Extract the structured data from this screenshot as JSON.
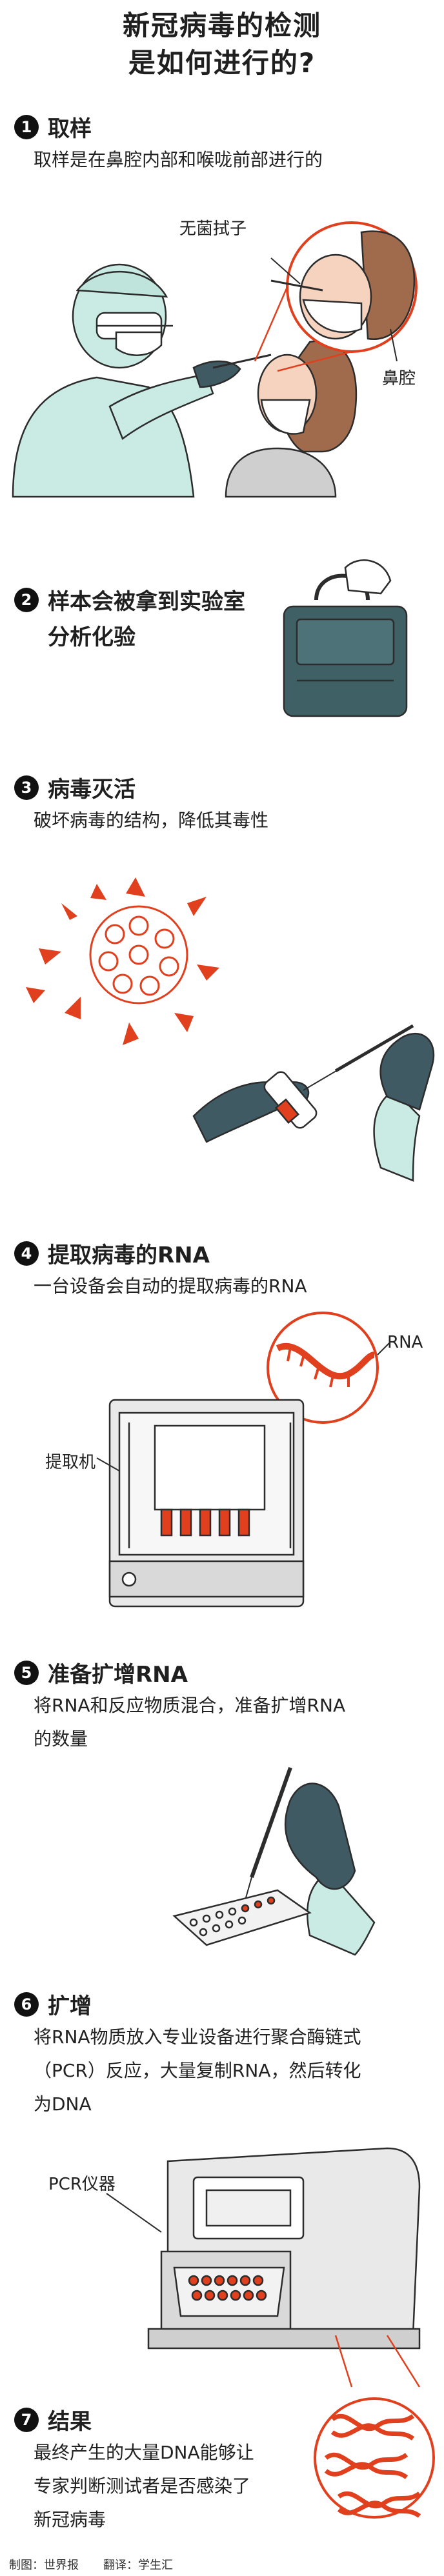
{
  "title": {
    "line1": "新冠病毒的检测",
    "line2": "是如何进行的?"
  },
  "steps": [
    {
      "number": "1",
      "title": "取样",
      "description": [
        "取样是在鼻腔内部和喉咙前部进行的"
      ],
      "labels": {
        "swab": "无菌拭子",
        "nasal": "鼻腔"
      }
    },
    {
      "number": "2",
      "title": "样本会被拿到实验室",
      "title2": "分析化验"
    },
    {
      "number": "3",
      "title": "病毒灭活",
      "description": [
        "破坏病毒的结构，降低其毒性"
      ]
    },
    {
      "number": "4",
      "title": "提取病毒的RNA",
      "description": [
        "一台设备会自动的提取病毒的RNA"
      ],
      "labels": {
        "rna": "RNA",
        "extractor": "提取机"
      }
    },
    {
      "number": "5",
      "title": "准备扩增RNA",
      "description": [
        "将RNA和反应物质混合，准备扩增RNA",
        "的数量"
      ]
    },
    {
      "number": "6",
      "title": "扩增",
      "description": [
        "将RNA物质放入专业设备进行聚合酶链式",
        "（PCR）反应，大量复制RNA，然后转化",
        "为DNA"
      ],
      "labels": {
        "pcr": "PCR仪器"
      }
    },
    {
      "number": "7",
      "title": "结果",
      "description": [
        "最终产生的大量DNA能够让",
        "专家判断测试者是否感染了",
        "新冠病毒"
      ]
    }
  ],
  "footer": {
    "credit": "制图：世界报",
    "translator": "翻译：学生汇"
  },
  "colors": {
    "accent": "#e0401e",
    "ppe": "#c9ebe4",
    "ppe_outline": "#2c2c2c",
    "glove": "#3f5a63",
    "bag": "#3f6064",
    "machine": "#e9e9e9"
  }
}
